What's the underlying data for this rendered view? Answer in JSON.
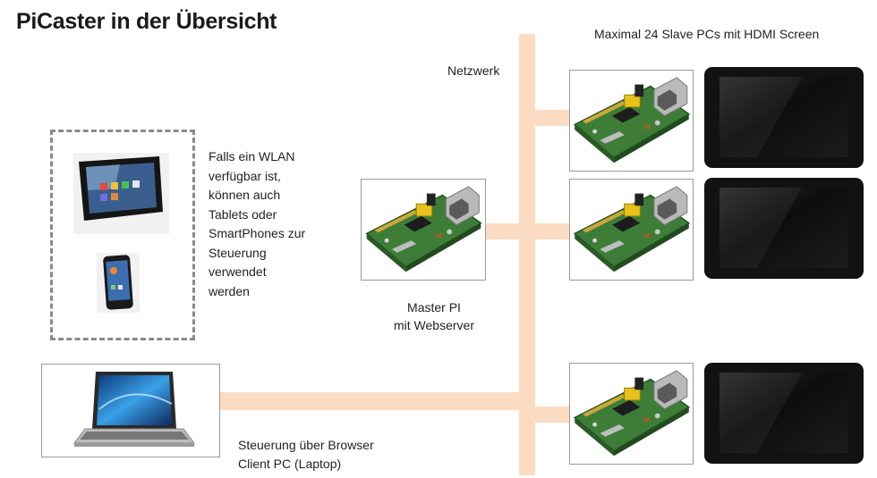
{
  "title": "PiCaster in der Übersicht",
  "labels": {
    "slaves": "Maximal 24 Slave PCs mit HDMI Screen",
    "network": "Netzwerk",
    "wlan": [
      "Falls ein WLAN",
      "verfügbar ist,",
      "können auch",
      "Tablets oder",
      "SmartPhones zur",
      "Steuerung",
      "verwendet",
      "werden"
    ],
    "master_line1": "Master PI",
    "master_line2": "mit Webserver",
    "client_line1": "Steuerung über Browser",
    "client_line2": "Client PC (Laptop)"
  },
  "colors": {
    "network_line": "#fbdcc2",
    "pcb": "#3f7f3a",
    "screen_frame": "#111111"
  },
  "icons": {
    "raspberry_pi": "raspberry-pi-board",
    "screen": "hdmi-screen",
    "tablet": "tablet",
    "phone": "smartphone",
    "laptop": "laptop"
  }
}
